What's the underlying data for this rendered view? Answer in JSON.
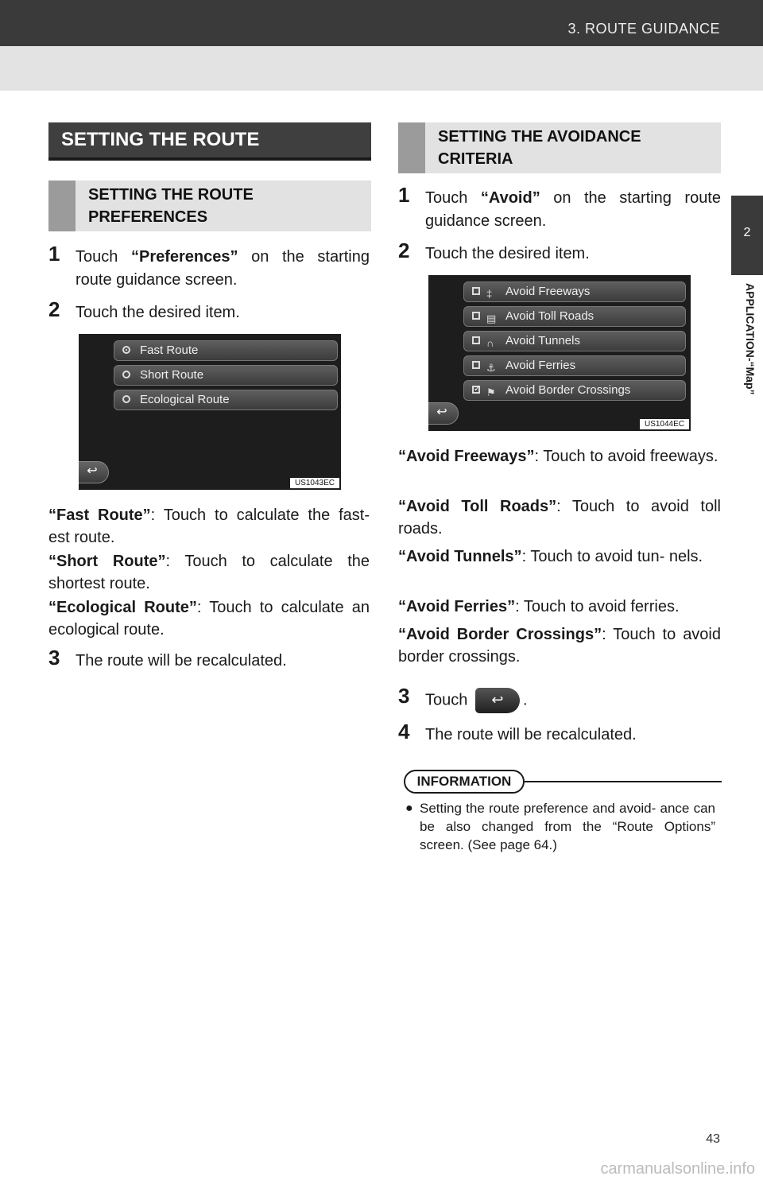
{
  "header": {
    "section": "3. ROUTE GUIDANCE"
  },
  "side_tab": {
    "number": "2",
    "label": "APPLICATION-“Map”"
  },
  "left": {
    "title": "SETTING THE ROUTE",
    "subtitle": "SETTING THE ROUTE PREFERENCES",
    "step1": {
      "num": "1",
      "pre": "Touch ",
      "bold": "“Preferences”",
      "post": " on the starting route guidance screen."
    },
    "step2": {
      "num": "2",
      "text": "Touch the desired item."
    },
    "screen": {
      "items": [
        "Fast Route",
        "Short Route",
        "Ecological Route"
      ],
      "selected_index": 0,
      "code": "US1043EC"
    },
    "desc": [
      {
        "bold": "“Fast Route”",
        "text": ": Touch to calculate the fast- est route."
      },
      {
        "bold": "“Short Route”",
        "text": ": Touch to calculate the shortest route."
      },
      {
        "bold": "“Ecological Route”",
        "text": ": Touch to calculate an ecological route."
      }
    ],
    "step3": {
      "num": "3",
      "text": "The route will be recalculated."
    }
  },
  "right": {
    "subtitle": "SETTING THE AVOIDANCE CRITERIA",
    "step1": {
      "num": "1",
      "pre": "Touch ",
      "bold": "“Avoid”",
      "post": " on the starting route guidance screen."
    },
    "step2": {
      "num": "2",
      "text": "Touch the desired item."
    },
    "screen": {
      "items": [
        "Avoid Freeways",
        "Avoid Toll Roads",
        "Avoid Tunnels",
        "Avoid Ferries",
        "Avoid Border Crossings"
      ],
      "checked_index": 4,
      "code": "US1044EC"
    },
    "desc": [
      {
        "bold": "“Avoid Freeways”",
        "text": ": Touch to avoid freeways."
      },
      {
        "bold": "“Avoid Toll Roads”",
        "text": ": Touch to avoid toll roads."
      },
      {
        "bold": "“Avoid Tunnels”",
        "text": ": Touch to avoid tun- nels."
      },
      {
        "bold": "“Avoid Ferries”",
        "text": ": Touch to avoid ferries."
      },
      {
        "bold": "“Avoid Border Crossings”",
        "text": ": Touch to avoid border crossings."
      }
    ],
    "step3": {
      "num": "3",
      "pre": "Touch ",
      "post": "."
    },
    "step4": {
      "num": "4",
      "text": "The route will be recalculated."
    },
    "info": {
      "badge": "INFORMATION",
      "bullet": "●",
      "text": "Setting the route preference and avoid- ance can be also changed from the “Route Options” screen. (See page 64.)"
    }
  },
  "page_number": "43",
  "watermark": "carmanualsonline.info"
}
